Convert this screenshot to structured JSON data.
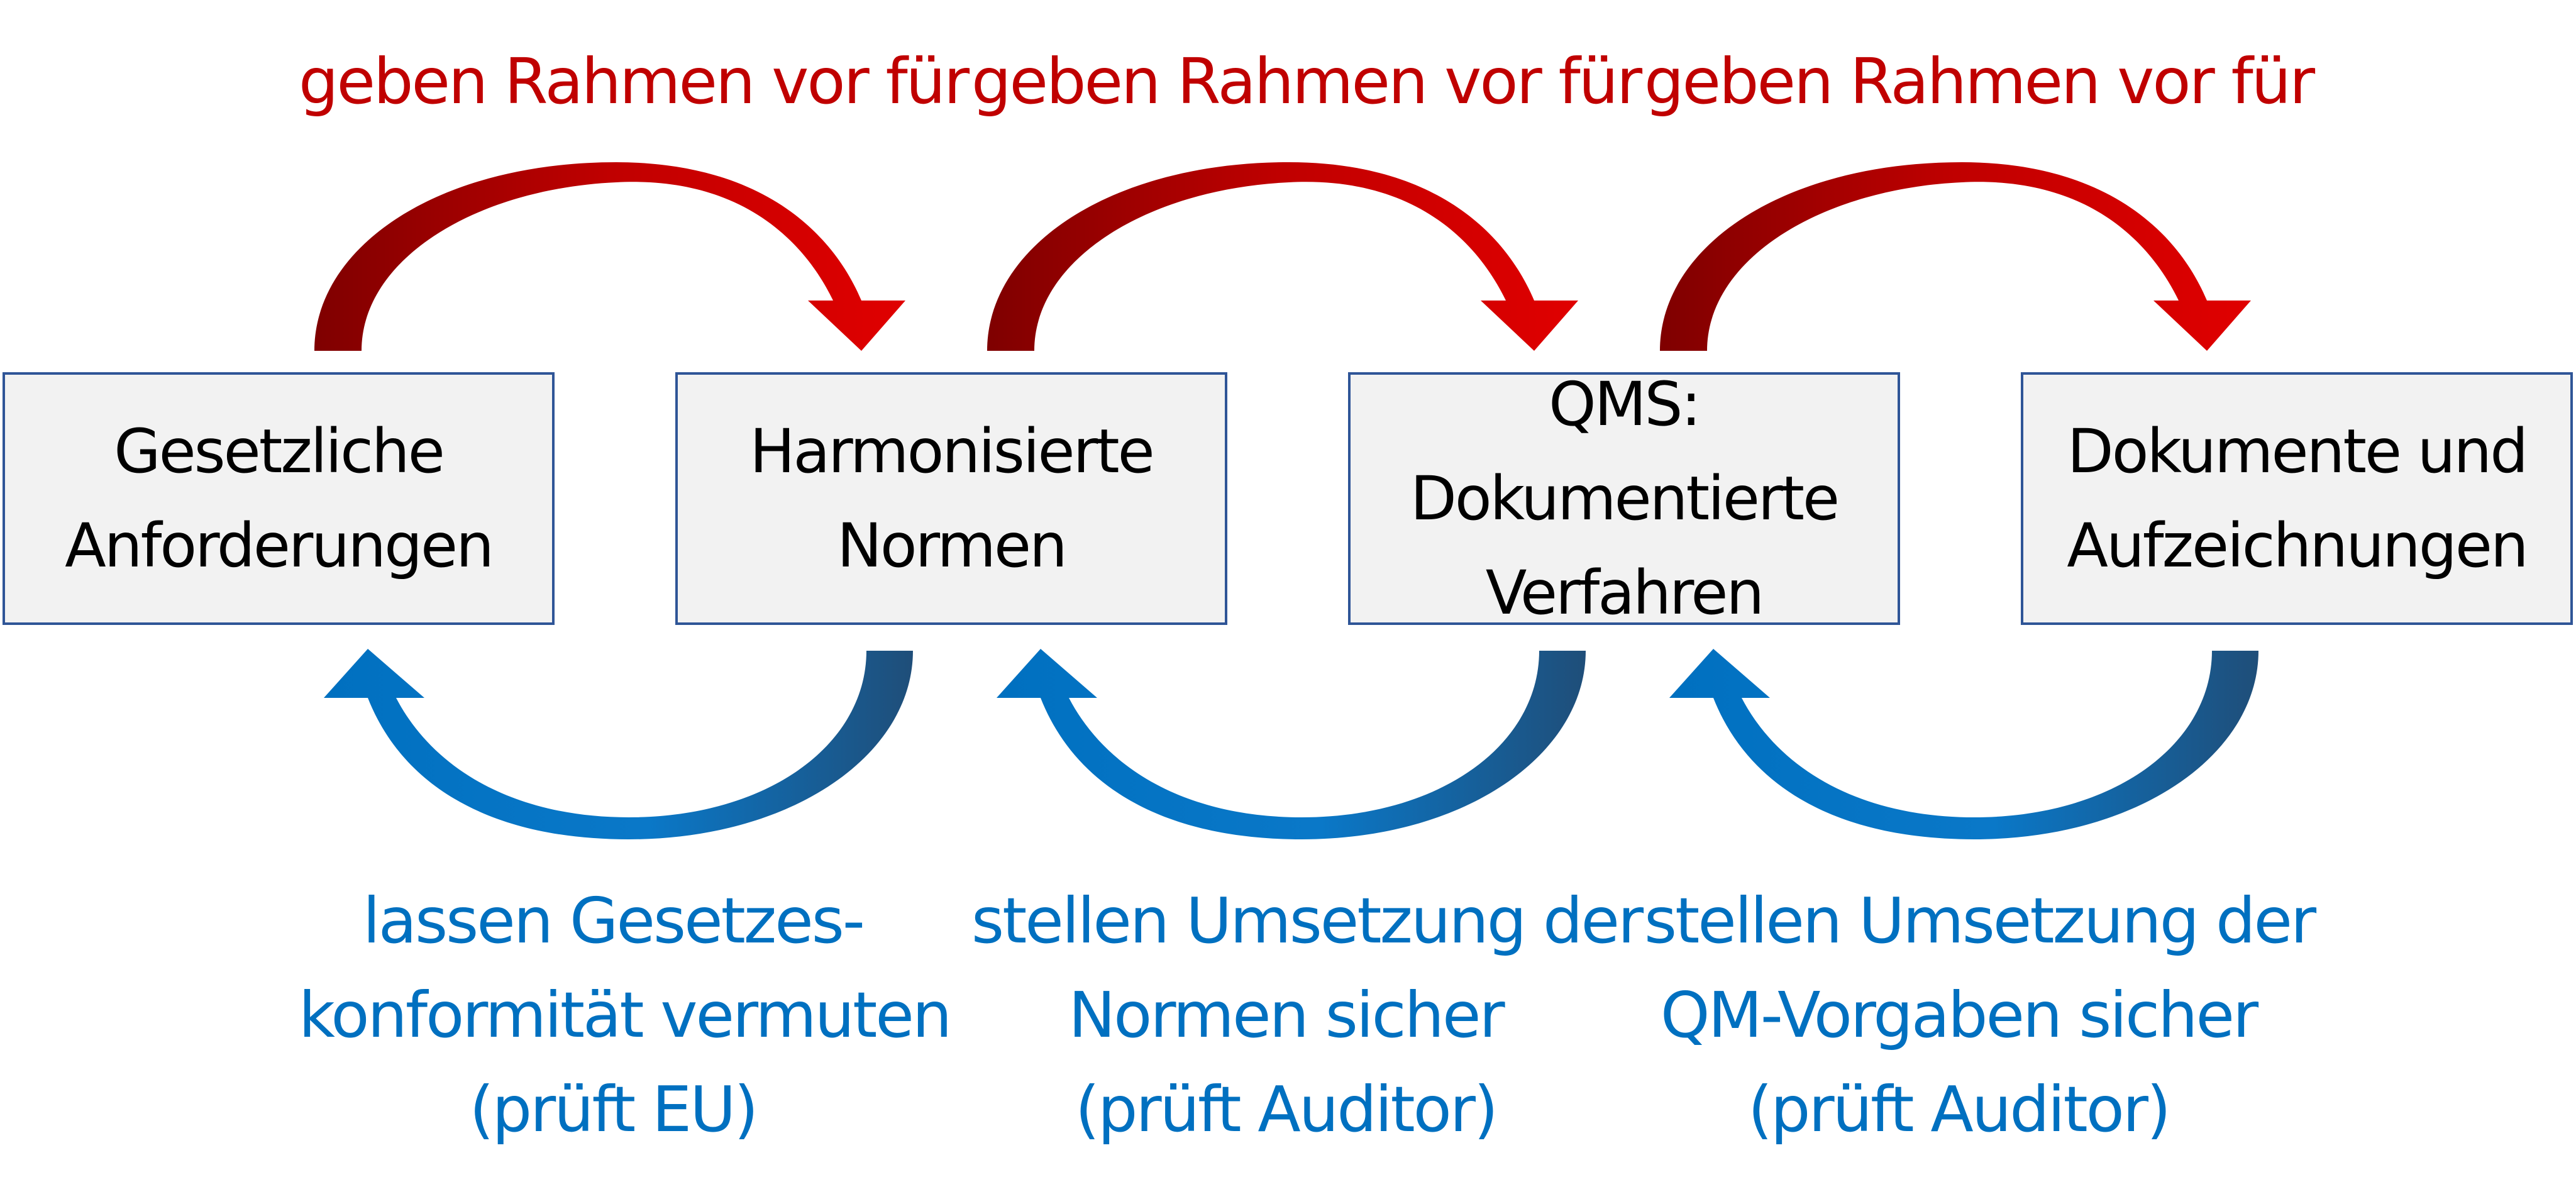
{
  "colors": {
    "box_fill": "#f2f2f2",
    "box_border": "#2f5597",
    "top_arrow": "#c00000",
    "top_arrow_dark": "#7f0000",
    "bottom_arrow": "#0070c0",
    "bottom_arrow_dark": "#1f4e79",
    "top_text": "#c00000",
    "bottom_text": "#0070c0"
  },
  "boxes": [
    {
      "line1": "Gesetzliche",
      "line2": "Anforderungen"
    },
    {
      "line1": "Harmonisierte",
      "line2": "Normen"
    },
    {
      "line1": "QMS: Dokumentierte",
      "line2": "Verfahren"
    },
    {
      "line1": "Dokumente und",
      "line2": "Aufzeichnungen"
    }
  ],
  "top_labels": [
    {
      "text": "geben Rahmen vor für"
    },
    {
      "text": "geben Rahmen vor für"
    },
    {
      "text": "geben Rahmen vor für"
    }
  ],
  "bottom_labels": [
    {
      "line1": "lassen Gesetzes-",
      "line2": "konformität vermuten",
      "line3": "(prüft EU)"
    },
    {
      "line1": "stellen Umsetzung der",
      "line2": "Normen sicher",
      "line3": "(prüft Auditor)"
    },
    {
      "line1": "stellen Umsetzung der",
      "line2": "QM-Vorgaben sicher",
      "line3": "(prüft Auditor)"
    }
  ]
}
